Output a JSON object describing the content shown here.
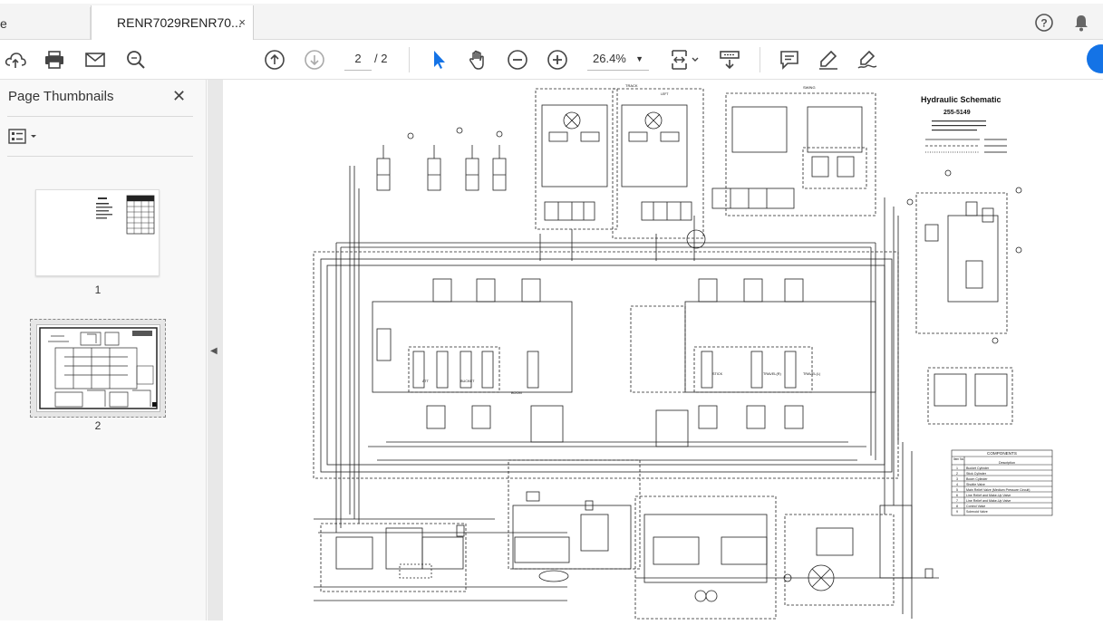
{
  "tabs": {
    "prev_label": "e",
    "active_label": "RENR7029RENR70...",
    "close_glyph": "×"
  },
  "header_icons": [
    "help-icon",
    "bell-icon"
  ],
  "toolbar": {
    "current_page": "2",
    "total_pages": "/ 2",
    "zoom": "26.4%"
  },
  "sidebar": {
    "title": "Page Thumbnails",
    "close_glyph": "✕",
    "thumbnails": [
      {
        "label": "1"
      },
      {
        "label": "2"
      }
    ]
  },
  "document": {
    "title": "Hydraulic Schematic",
    "part_number": "255-5149",
    "section_labels": {
      "track": "TRACK",
      "swing": "SWING",
      "left": "LEFT"
    },
    "valve_labels": {
      "att": "ATT",
      "bucket": "BUCKET",
      "boom": "BOOM",
      "stick": "STICK",
      "travel_r": "TRAVEL(R)",
      "travel_l": "TRAVEL(L)"
    },
    "components_table": {
      "title": "COMPONENTS",
      "col_item": "Item No.",
      "col_desc": "Description",
      "rows": [
        {
          "no": "1",
          "desc": "Bucket Cylinder"
        },
        {
          "no": "2",
          "desc": "Stick Cylinder"
        },
        {
          "no": "3",
          "desc": "Boom Cylinder"
        },
        {
          "no": "4",
          "desc": "Shuttle Valve"
        },
        {
          "no": "5",
          "desc": "Main Relief Valve (Medium Pressure Circuit)"
        },
        {
          "no": "6",
          "desc": "Line Relief and Make-Up Valve"
        },
        {
          "no": "7",
          "desc": "Line Relief and Make-Up Valve"
        },
        {
          "no": "8",
          "desc": "Control Valve"
        },
        {
          "no": "9",
          "desc": "Solenoid Valve"
        }
      ]
    }
  }
}
